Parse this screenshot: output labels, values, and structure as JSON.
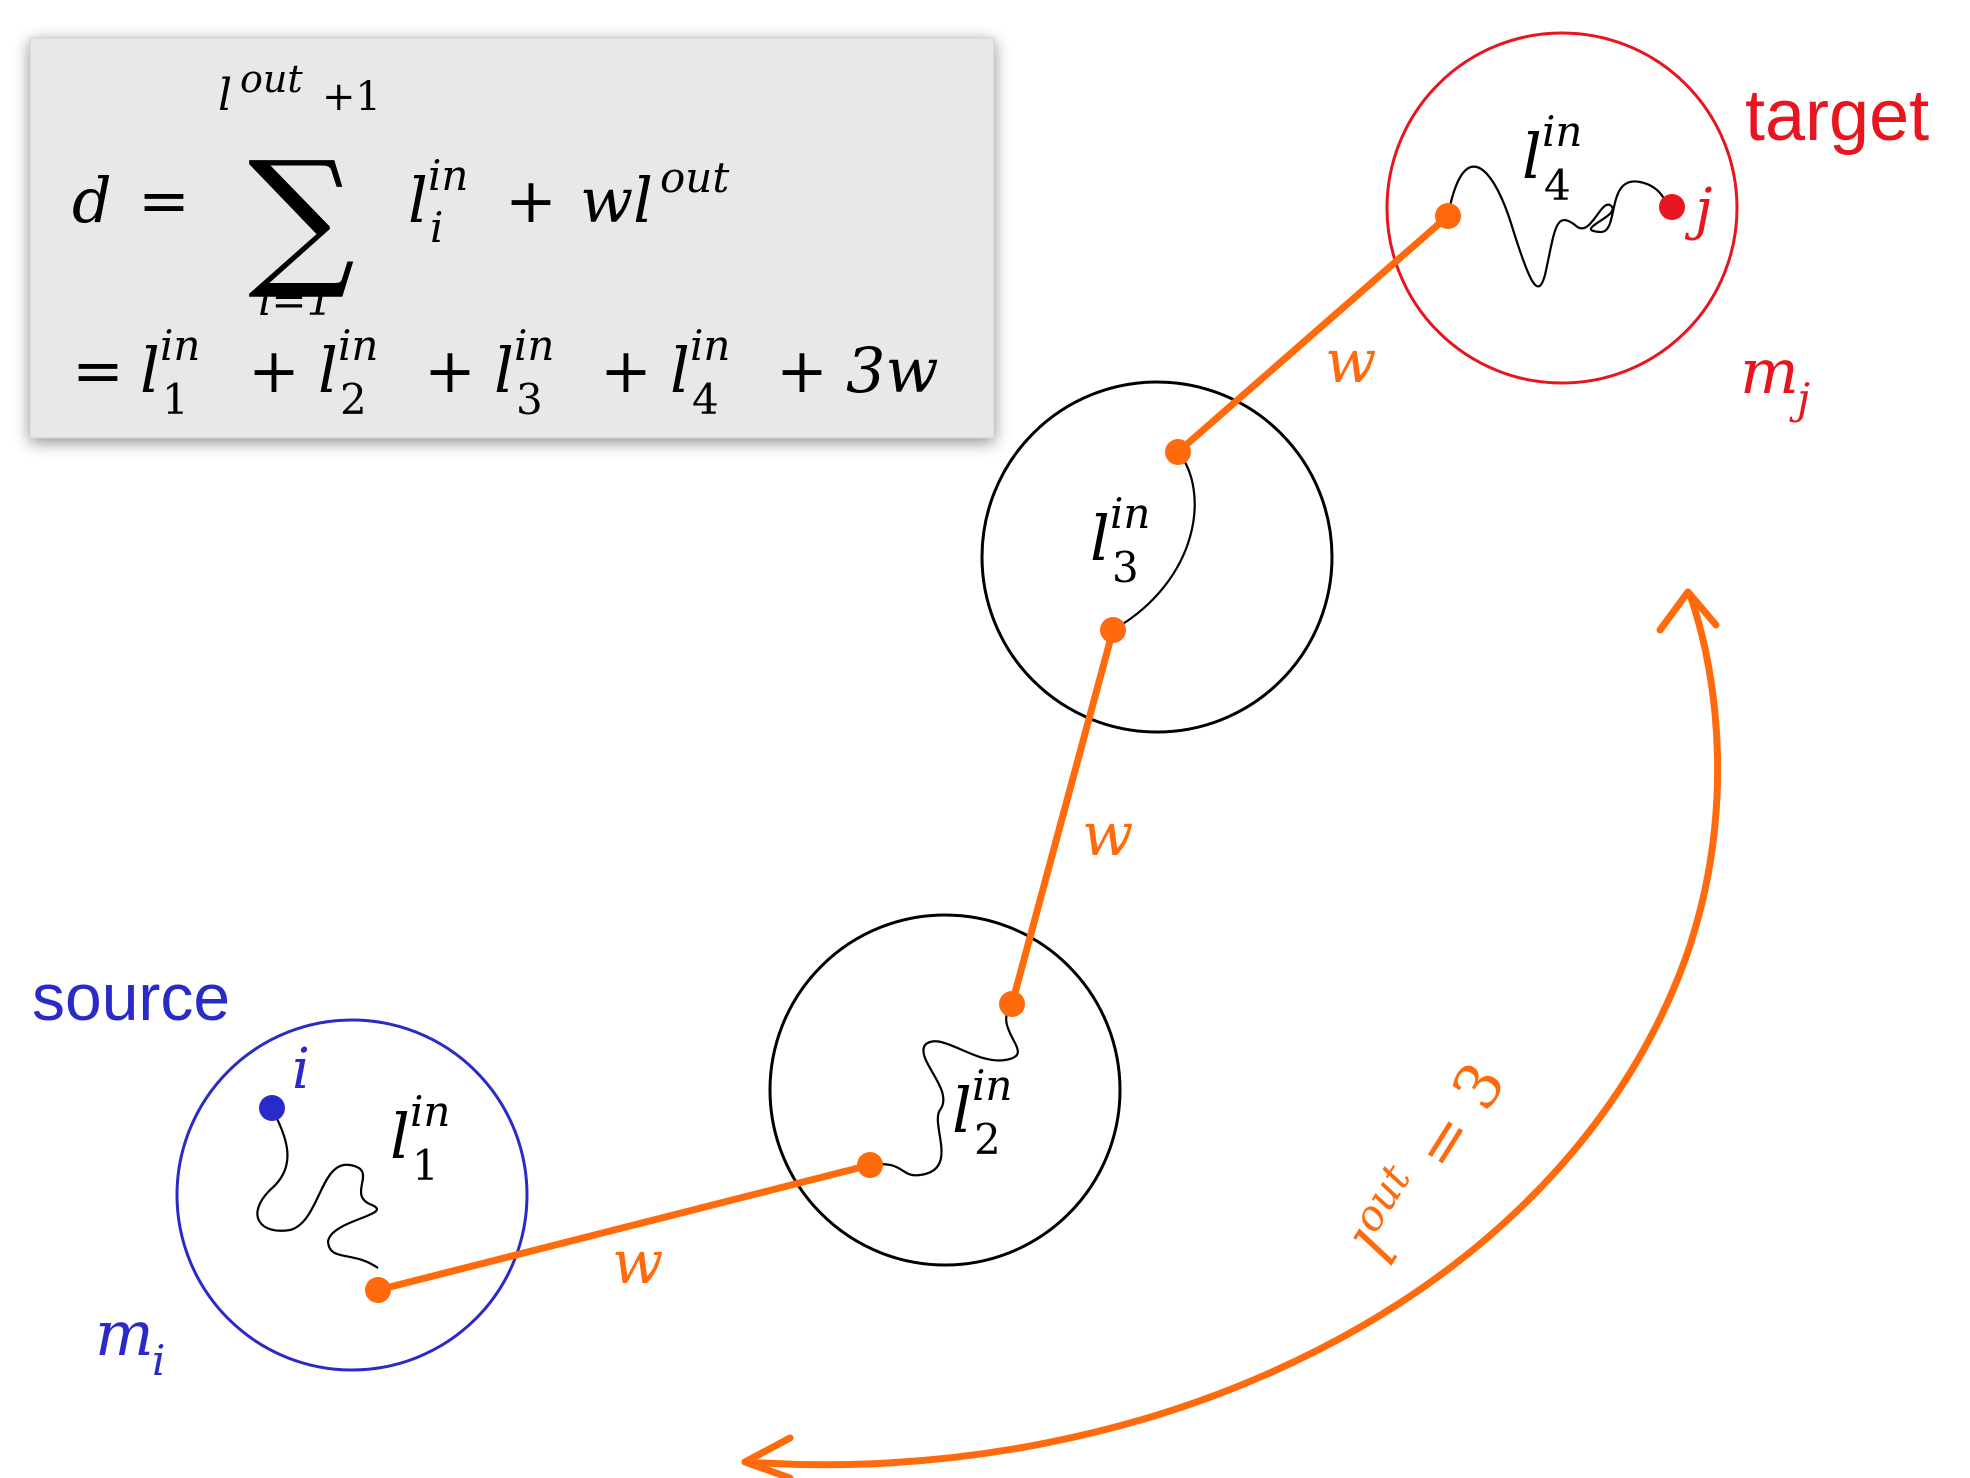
{
  "colors": {
    "source": "#2a2ac8",
    "target": "#e8141e",
    "link": "#ff6a0c",
    "cluster": "#000000",
    "formula_box": "#e8e8e8"
  },
  "formula": {
    "lhs": "d",
    "eq": "=",
    "sum_symbol": "∑",
    "sum_upper": "l",
    "sum_upper_sup": "out",
    "sum_upper_tail": "+1",
    "sum_lower": "i=1",
    "term_base": "l",
    "term_sup": "in",
    "term_sub": "i",
    "plus": "+",
    "w_term": "wl",
    "w_term_sup": "out",
    "line2_eq": "=",
    "t1_base": "l",
    "t1_sup": "in",
    "t1_sub": "1",
    "t2_base": "l",
    "t2_sup": "in",
    "t2_sub": "2",
    "t3_base": "l",
    "t3_sup": "in",
    "t3_sub": "3",
    "t4_base": "l",
    "t4_sup": "in",
    "t4_sub": "4",
    "tail": "3w"
  },
  "labels": {
    "source": "source",
    "target": "target",
    "node_i": "i",
    "node_j": "j",
    "m_i_base": "m",
    "m_i_sub": "i",
    "m_j_base": "m",
    "m_j_sub": "j",
    "c1_base": "l",
    "c1_sup": "in",
    "c1_sub": "1",
    "c2_base": "l",
    "c2_sup": "in",
    "c2_sub": "2",
    "c3_base": "l",
    "c3_sup": "in",
    "c3_sub": "3",
    "c4_base": "l",
    "c4_sup": "in",
    "c4_sub": "4",
    "w1": "w",
    "w2": "w",
    "w3": "w",
    "lout_base": "l",
    "lout_sup": "out",
    "lout_rhs": "= 3"
  }
}
